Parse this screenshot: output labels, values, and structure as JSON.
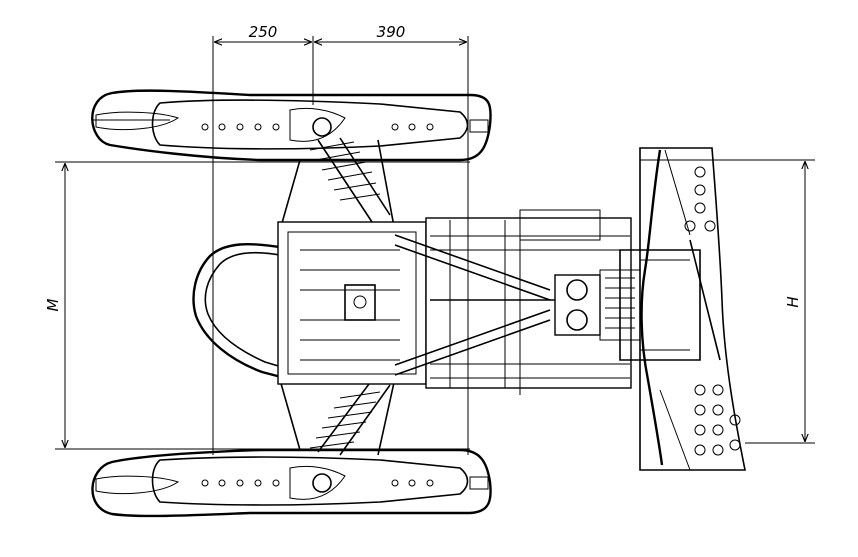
{
  "dimensions": {
    "front_left": "250",
    "front_right": "390",
    "ski_width_label": "M",
    "track_width_label": "H"
  }
}
